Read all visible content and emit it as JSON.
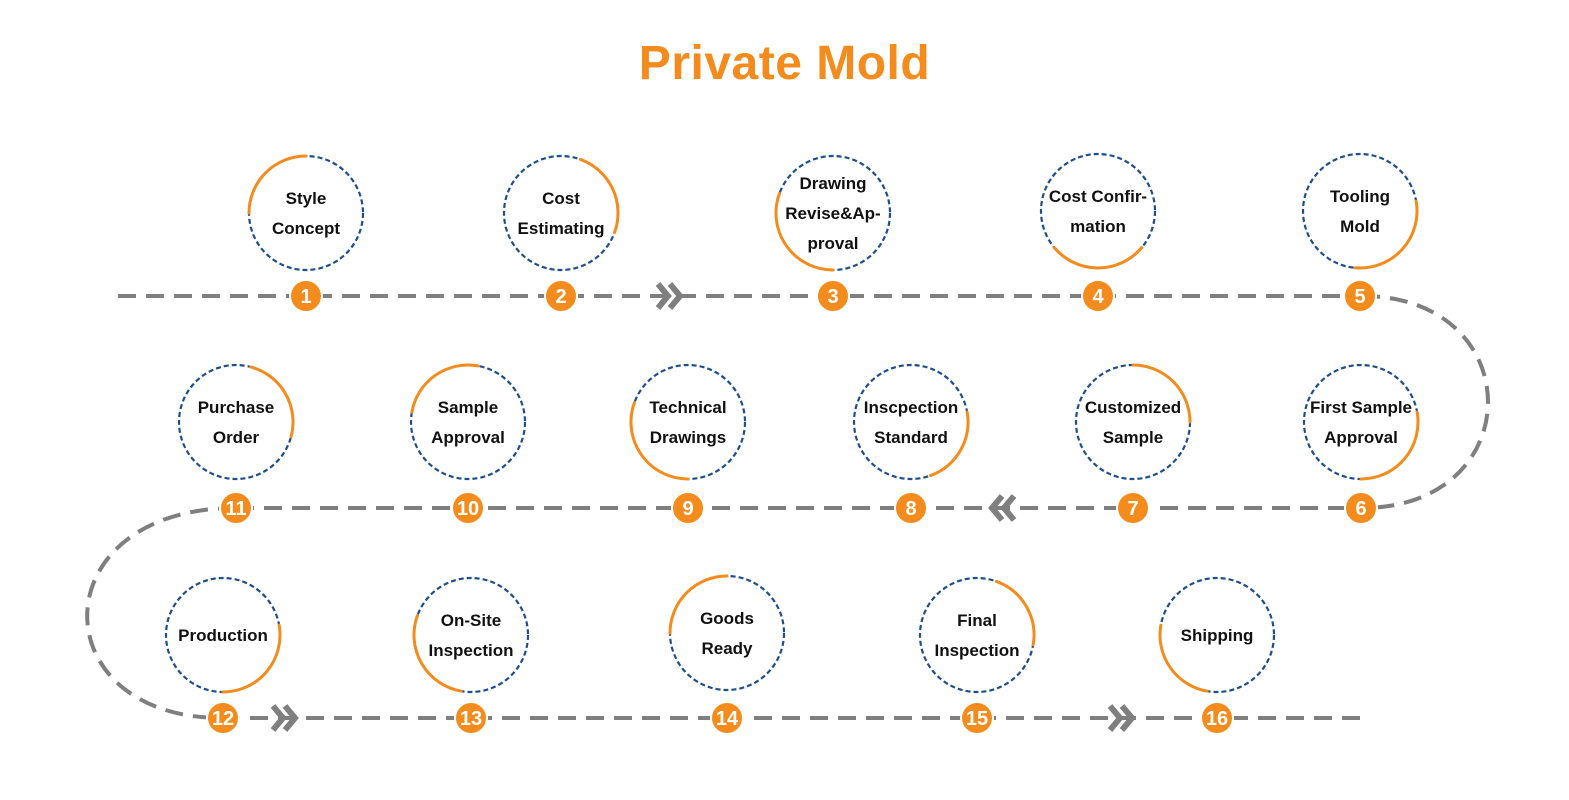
{
  "title": "Private Mold",
  "colors": {
    "accent": "#f38b1d",
    "ring": "#1f4e8c",
    "path": "#7f7f7f"
  },
  "steps": [
    {
      "number": "1",
      "lines": [
        "Style",
        "Concept"
      ]
    },
    {
      "number": "2",
      "lines": [
        "Cost",
        "Estimating"
      ]
    },
    {
      "number": "3",
      "lines": [
        "Drawing",
        "Revise&Ap-",
        "proval"
      ]
    },
    {
      "number": "4",
      "lines": [
        "Cost Confir-",
        "mation"
      ]
    },
    {
      "number": "5",
      "lines": [
        "Tooling",
        "Mold"
      ]
    },
    {
      "number": "6",
      "lines": [
        "First Sample",
        "Approval"
      ]
    },
    {
      "number": "7",
      "lines": [
        "Customized",
        "Sample"
      ]
    },
    {
      "number": "8",
      "lines": [
        "Inscpection",
        "Standard"
      ]
    },
    {
      "number": "9",
      "lines": [
        "Technical",
        "Drawings"
      ]
    },
    {
      "number": "10",
      "lines": [
        "Sample",
        "Approval"
      ]
    },
    {
      "number": "11",
      "lines": [
        "Purchase",
        "Order"
      ]
    },
    {
      "number": "12",
      "lines": [
        "Production"
      ]
    },
    {
      "number": "13",
      "lines": [
        "On-Site",
        "Inspection"
      ]
    },
    {
      "number": "14",
      "lines": [
        "Goods",
        "Ready"
      ]
    },
    {
      "number": "15",
      "lines": [
        "Final",
        "Inspection"
      ]
    },
    {
      "number": "16",
      "lines": [
        "Shipping"
      ]
    }
  ]
}
